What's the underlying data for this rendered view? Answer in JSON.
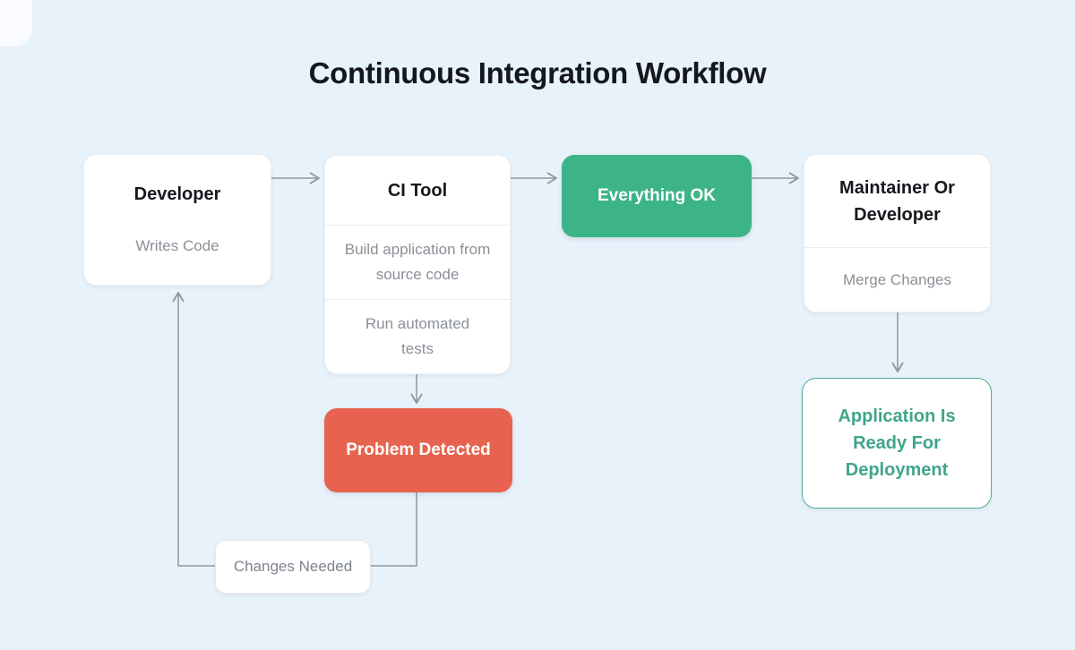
{
  "title": "Continuous Integration Workflow",
  "colors": {
    "background": "#e8f2fb",
    "success_green": "#3db488",
    "error_red": "#e7634f",
    "ready_green": "#3fa68a",
    "arrow_gray": "#8d97a0"
  },
  "nodes": {
    "developer": {
      "title": "Developer",
      "subtitle": "Writes Code"
    },
    "ci_tool": {
      "title": "CI Tool",
      "step1": "Build application from source code",
      "step2": "Run automated tests"
    },
    "everything_ok": {
      "label": "Everything OK"
    },
    "maintainer": {
      "title": "Maintainer Or Developer",
      "subtitle": "Merge Changes"
    },
    "problem_detected": {
      "label": "Problem Detected"
    },
    "application_ready": {
      "label": "Application Is Ready For Deployment"
    },
    "changes_needed": {
      "label": "Changes Needed"
    }
  }
}
